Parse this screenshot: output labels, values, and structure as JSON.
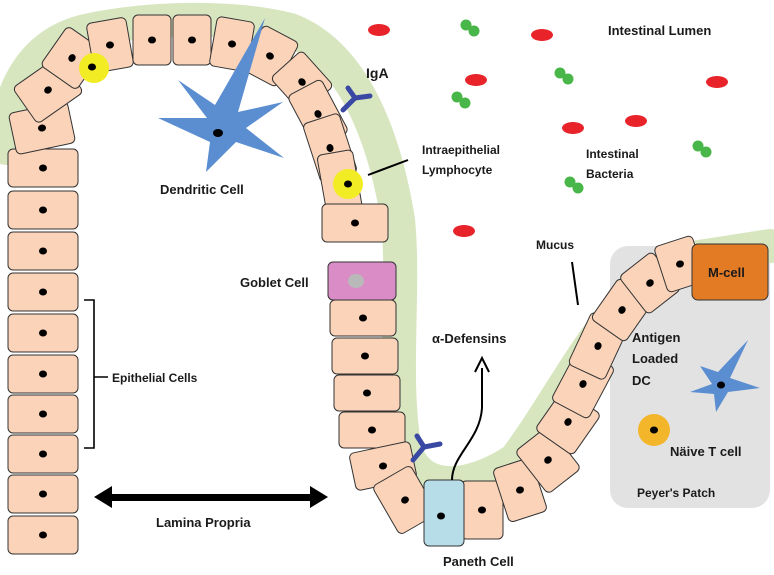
{
  "labels": {
    "lumen": "Intestinal Lumen",
    "iga": "IgA",
    "iel_line1": "Intraepithelial",
    "iel_line2": "Lymphocyte",
    "bacteria_line1": "Intestinal",
    "bacteria_line2": "Bacteria",
    "dendritic": "Dendritic Cell",
    "goblet": "Goblet Cell",
    "mucus": "Mucus",
    "mcell": "M-cell",
    "defensins": "α-Defensins",
    "epithelial": "Epithelial Cells",
    "antigen_line1": "Antigen",
    "antigen_line2": "Loaded",
    "antigen_line3": "DC",
    "naive": "Näive T cell",
    "peyers": "Peyer's Patch",
    "lamina": "Lamina Propria",
    "paneth": "Paneth Cell"
  },
  "colors": {
    "epithelial": "#fad3b9",
    "mucus": "#d8e6c0",
    "goblet": "#d98cc6",
    "paneth": "#b7dde8",
    "lymphocyte": "#f2ec24",
    "dendritic": "#5b8dd1",
    "mcell": "#e37b25",
    "peyers_patch": "#e2e2e2",
    "naive_t_cell": "#f3b52a",
    "bacteria_red": "#e8242a",
    "bacteria_green": "#48b648",
    "iga": "#3949a3"
  }
}
